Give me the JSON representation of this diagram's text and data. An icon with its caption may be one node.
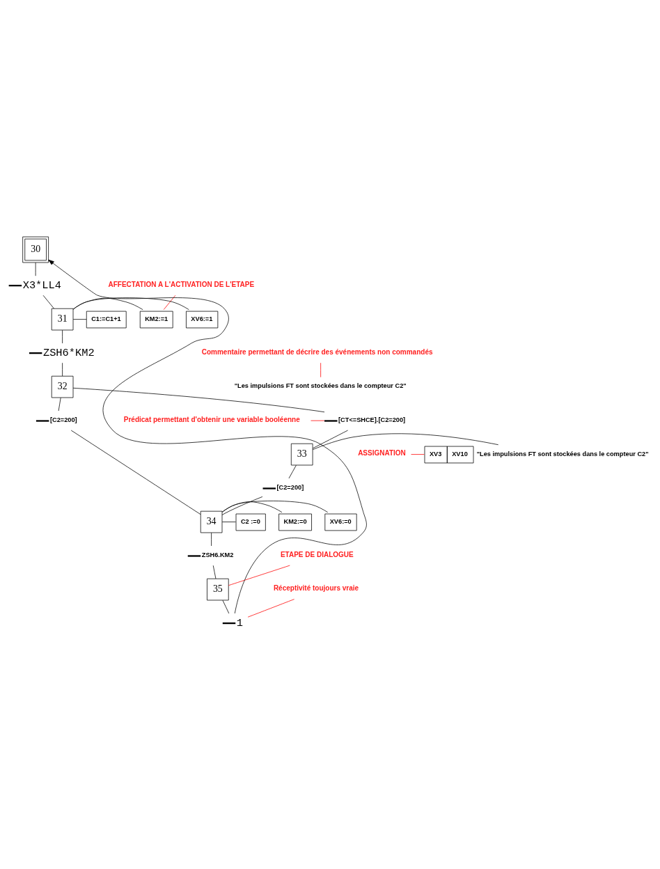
{
  "diagram": {
    "nodes": [
      {
        "text": [
          "30"
        ]
      },
      {
        "text": [
          "AFFECTATION A L'ACTIVATION DE L'ETAPE"
        ]
      },
      {
        "text": [
          "X3*LL4"
        ]
      },
      {
        "text": [
          "31"
        ]
      },
      {
        "text": [
          "XV6:=1"
        ]
      },
      {
        "text": [
          "KM2:=1"
        ]
      },
      {
        "text": [
          "C1:=C1+1"
        ]
      },
      {
        "text": [
          "ZSH6*KM2"
        ]
      },
      {
        "text": [
          "Commentaire permettant de décrire des événements non commandés"
        ]
      },
      {
        "text": [
          "32"
        ]
      },
      {
        "text": [
          "\"Les impulsions FT sont stockées dans le compteur C2\""
        ]
      },
      {
        "text": [
          "[C2=200]"
        ]
      },
      {
        "text": [
          "[CT<=SHCE].[C2=200]"
        ]
      },
      {
        "text": [
          "Prédicat permettant d'obtenir une variable booléenne"
        ]
      },
      {
        "text": [
          "33"
        ]
      },
      {
        "text": [
          "XV3",
          "XV10"
        ],
        "beside": [
          "\"Les impulsions FT sont stockées dans le compteur C2\""
        ]
      },
      {
        "text": [
          "ASSIGNATION"
        ]
      },
      {
        "text": [
          "[C2=200]"
        ]
      },
      {
        "text": [
          "34"
        ]
      },
      {
        "text": [
          "XV6:=0"
        ]
      },
      {
        "text": [
          "KM2:=0"
        ]
      },
      {
        "text": [
          "C2 :=0"
        ]
      },
      {
        "text": [
          "ZSH6.KM2"
        ]
      },
      {
        "text": [
          "ETAPE DE DIALOGUE"
        ]
      },
      {
        "text": [
          "35"
        ]
      },
      {
        "text": [
          "Réceptivité toujours vraie"
        ]
      },
      {
        "text": [
          "1"
        ]
      }
    ],
    "edges": [
      {
        "from": 0,
        "to": 2,
        "arrow": "none"
      },
      {
        "from": 2,
        "to": 3,
        "arrow": "none"
      },
      {
        "from": 1,
        "to": 5,
        "arrow": "none",
        "color": "#ff0000"
      },
      {
        "from": 3,
        "to": 4,
        "arrow": "none"
      },
      {
        "from": 3,
        "to": 5,
        "arrow": "none"
      },
      {
        "from": 3,
        "to": 6,
        "arrow": "none"
      },
      {
        "from": 3,
        "to": 7,
        "arrow": "none"
      },
      {
        "from": 7,
        "to": 9,
        "arrow": "none"
      },
      {
        "from": 8,
        "to": 10,
        "arrow": "none",
        "color": "#ff0000"
      },
      {
        "from": 9,
        "to": 11,
        "arrow": "none"
      },
      {
        "from": 9,
        "to": 12,
        "arrow": "none"
      },
      {
        "from": 13,
        "to": 12,
        "arrow": "none",
        "color": "#ff0000"
      },
      {
        "from": 12,
        "to": 14,
        "arrow": "none"
      },
      {
        "from": 11,
        "to": 18,
        "arrow": "none"
      },
      {
        "from": 14,
        "to": 15,
        "arrow": "none"
      },
      {
        "from": 16,
        "to": 15,
        "arrow": "none",
        "color": "#ff0000"
      },
      {
        "from": 14,
        "to": 17,
        "arrow": "none"
      },
      {
        "from": 17,
        "to": 18,
        "arrow": "none"
      },
      {
        "from": 18,
        "to": 19,
        "arrow": "none"
      },
      {
        "from": 18,
        "to": 20,
        "arrow": "none"
      },
      {
        "from": 18,
        "to": 21,
        "arrow": "none"
      },
      {
        "from": 18,
        "to": 22,
        "arrow": "none"
      },
      {
        "from": 22,
        "to": 24,
        "arrow": "none"
      },
      {
        "from": 23,
        "to": 24,
        "arrow": "none",
        "color": "#ff0000"
      },
      {
        "from": 24,
        "to": 26,
        "arrow": "none"
      },
      {
        "from": 25,
        "to": 26,
        "arrow": "none",
        "color": "#ff0000"
      },
      {
        "from": 26,
        "to": 0,
        "arrow": "to"
      }
    ]
  }
}
